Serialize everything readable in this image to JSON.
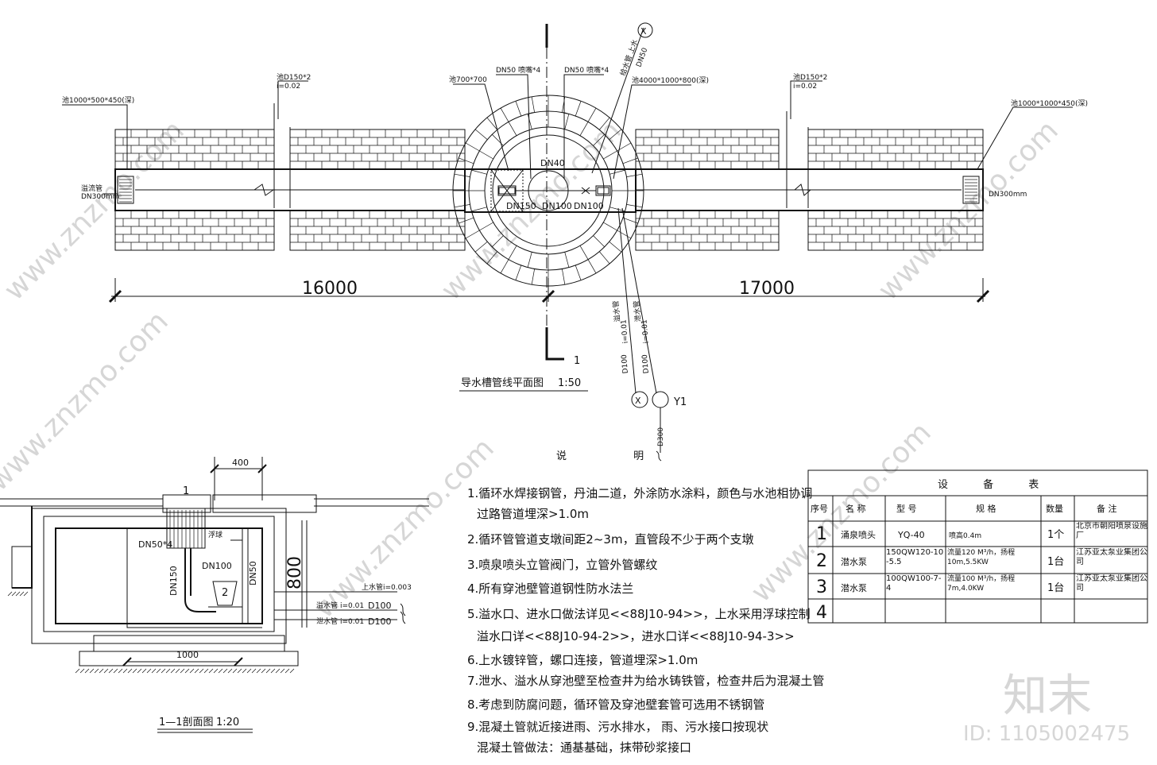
{
  "plan": {
    "title": "导水槽管线平面图",
    "scale": "1:50",
    "dim_left": "16000",
    "dim_right": "17000",
    "section_mark": "1",
    "labels": {
      "left_box": "池1000*500*450(深)",
      "left_pipe": "池D150*2",
      "left_pipe_slope": "i=0.02",
      "left_drain": "DN300mm",
      "left_drain_label": "溢流管",
      "center_pit": "DN50 喷嘴*4",
      "center_pit_right": "DN50 喷嘴*4",
      "center_sq": "池700*700",
      "right_box": "池4000*1000*800(深)",
      "right_pipe": "池D150*2",
      "right_pipe_slope": "i=0.02",
      "right_far_box": "池1000*1000*450(深)",
      "right_drain": "DN300mm",
      "dn40": "DN40",
      "dn150": "DN150",
      "dn100a": "DN100",
      "dn100b": "DN100",
      "dn50_top": "DN50",
      "top_pipe_note": "给水管 上水",
      "d100_a": "D100",
      "d100_b": "D100",
      "d300": "D300",
      "y1": "Y1",
      "pipe_slope_a": "i=0.01",
      "pipe_slope_b": "i=0.01",
      "pipe_note_a": "溢水管",
      "pipe_note_b": "泄水管"
    }
  },
  "section": {
    "title": "1—1剖面图",
    "scale": "1:20",
    "dim_400": "400",
    "dim_1000": "1000",
    "mark": "1",
    "dn50x4": "DN50*4",
    "dn100": "DN100",
    "dn150": "DN150",
    "dn50": "DN50",
    "pump_no": "2",
    "height": "800",
    "float_valve": "浮球",
    "supply": "上水管",
    "supply_slope": "i=0.003",
    "overflow": "溢水管",
    "overflow_slope": "i=0.01",
    "overflow_d": "D100",
    "drain": "泄水管",
    "drain_slope": "i=0.01",
    "drain_d": "D100"
  },
  "notes": {
    "heading": "说 明",
    "items": [
      "1.循环水焊接钢管，丹油二道，外涂防水涂料，颜色与水池相协调",
      "过路管道埋深>1.0m",
      "2.循环管管道支墩间距2~3m，直管段不少于两个支墩",
      "3.喷泉喷头立管阀门，立管外管螺纹",
      "4.所有穿池壁管道钢性防水法兰",
      "5.溢水口、进水口做法详见<<88J10-94>>，上水采用浮球控制",
      "溢水口详<<88J10-94-2>>，进水口详<<88J10-94-3>>",
      "6.上水镀锌管，螺口连接，管道埋深>1.0m",
      "7.泄水、溢水从穿池壁至检查井为给水铸铁管，检查井后为混凝土管",
      "8.考虑到防腐问题，循环管及穿池壁套管可选用不锈钢管",
      "9.混凝土管就近接进雨、污水排水，       雨、污水接口按现状",
      "混凝土管做法：通基基础，抹带砂浆接口"
    ]
  },
  "equipment_table": {
    "title": "设 备 表",
    "headers": [
      "序号",
      "名 称",
      "型 号",
      "规 格",
      "数量",
      "备 注"
    ],
    "rows": [
      [
        "1",
        "涌泉喷头",
        "YQ-40",
        "喷高0.4m",
        "1个",
        "北京市朝阳喷泉设施厂"
      ],
      [
        "2",
        "潜水泵",
        "150QW120-10-5.5",
        "流量120 M³/h，扬程10m,5.5KW",
        "1台",
        "江苏亚太泵业集团公司"
      ],
      [
        "3",
        "潜水泵",
        "100QW100-7-4",
        "流量100 M³/h，扬程7m,4.0KW",
        "1台",
        "江苏亚太泵业集团公司"
      ],
      [
        "4",
        "",
        "",
        "",
        "",
        ""
      ]
    ]
  },
  "watermark": {
    "brand": "知末",
    "site": "www.znzmo.com",
    "id_text": "ID: 1105002475",
    "color": "#d6d6d6"
  }
}
